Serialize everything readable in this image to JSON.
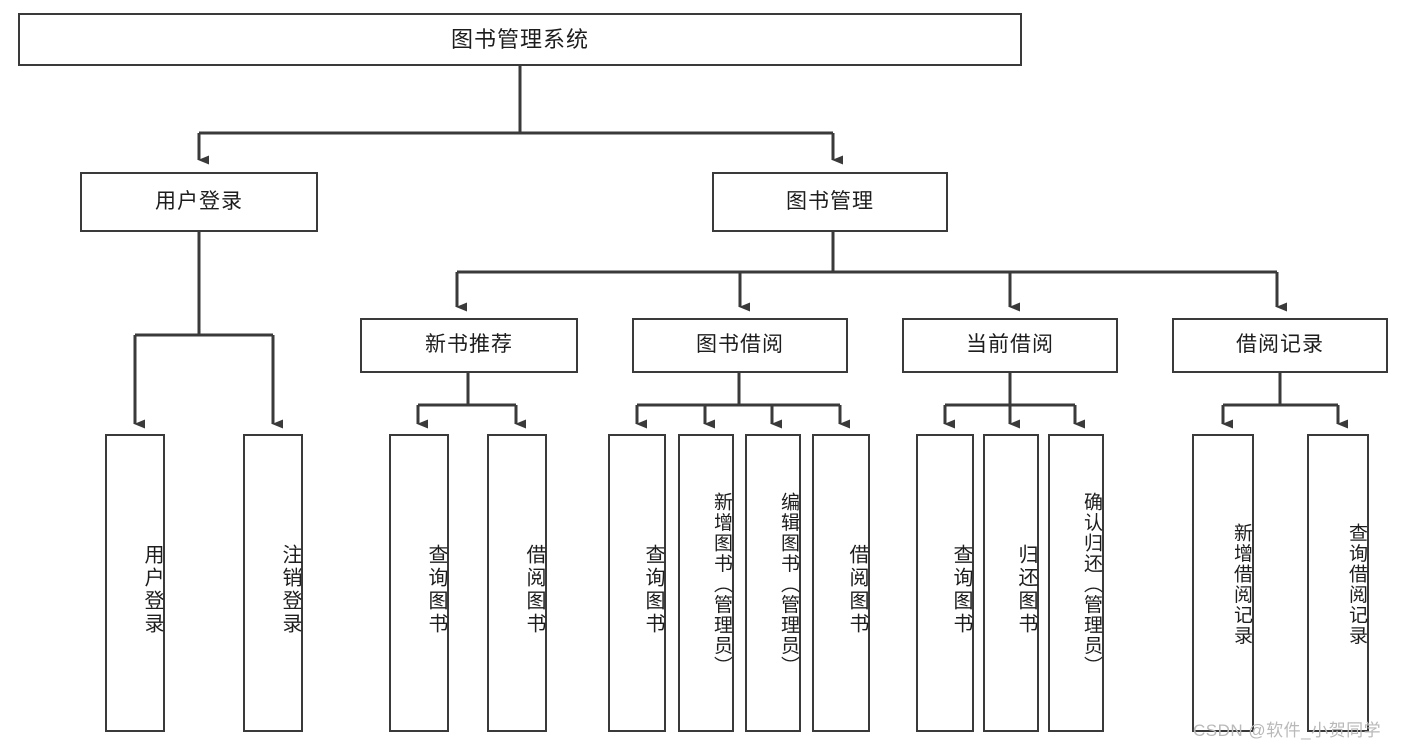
{
  "diagram": {
    "title": "图书管理系统",
    "colors": {
      "stroke": "#3a3a3a",
      "fill": "#ffffff",
      "text": "#1d1d1d",
      "watermark": "#b9b9b9"
    },
    "root": {
      "label": "图书管理系统"
    },
    "level2": [
      {
        "id": "user-login",
        "label": "用户登录"
      },
      {
        "id": "book-management",
        "label": "图书管理"
      }
    ],
    "level3": [
      {
        "id": "new-book-recommend",
        "label": "新书推荐"
      },
      {
        "id": "book-borrow",
        "label": "图书借阅"
      },
      {
        "id": "current-borrow",
        "label": "当前借阅"
      },
      {
        "id": "borrow-record",
        "label": "借阅记录"
      }
    ],
    "leaves": {
      "user_login": [
        {
          "id": "leaf-user-login",
          "label": "用户登录"
        },
        {
          "id": "leaf-logout-login",
          "label": "注销登录"
        }
      ],
      "new_book_recommend": [
        {
          "id": "leaf-query-book-1",
          "label": "查询图书"
        },
        {
          "id": "leaf-borrow-book-1",
          "label": "借阅图书"
        }
      ],
      "book_borrow": [
        {
          "id": "leaf-query-book-2",
          "label": "查询图书"
        },
        {
          "id": "leaf-add-book",
          "label": "新增图书（管理员）"
        },
        {
          "id": "leaf-edit-book",
          "label": "编辑图书（管理员）"
        },
        {
          "id": "leaf-borrow-book-2",
          "label": "借阅图书"
        }
      ],
      "current_borrow": [
        {
          "id": "leaf-query-book-3",
          "label": "查询图书"
        },
        {
          "id": "leaf-return-book",
          "label": "归还图书"
        },
        {
          "id": "leaf-confirm-return",
          "label": "确认归还（管理员）"
        }
      ],
      "borrow_record": [
        {
          "id": "leaf-add-record",
          "label": "新增借阅记录"
        },
        {
          "id": "leaf-query-record",
          "label": "查询借阅记录"
        }
      ]
    },
    "watermark": "CSDN @软件_小贺同学"
  }
}
